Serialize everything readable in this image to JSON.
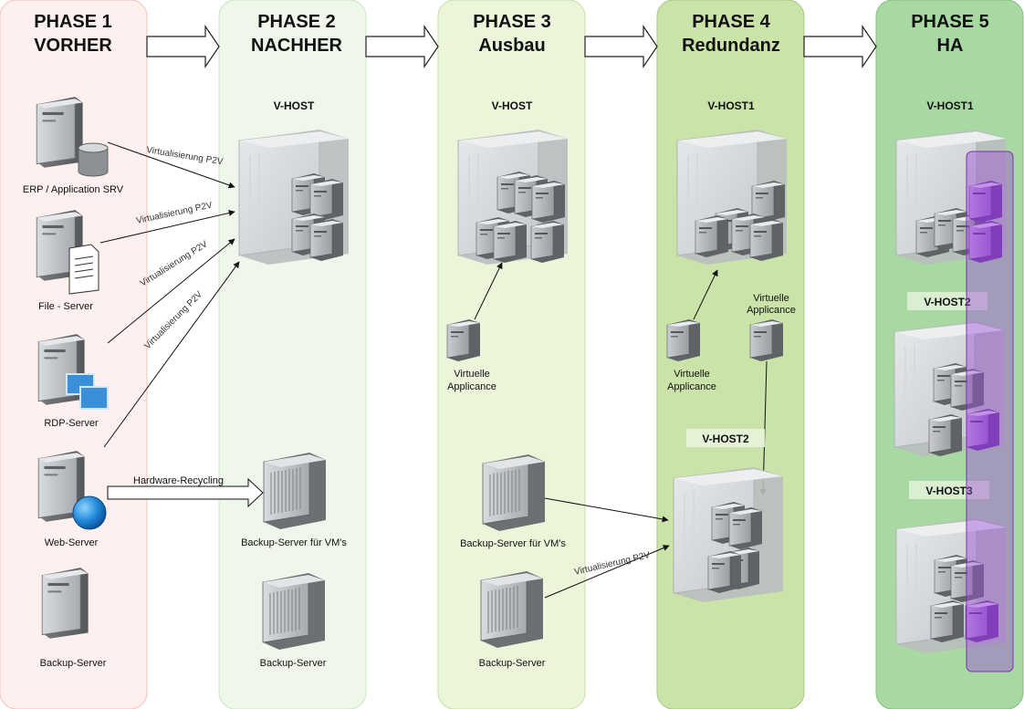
{
  "phases": [
    {
      "line1": "PHASE 1",
      "line2": "VORHER"
    },
    {
      "line1": "PHASE 2",
      "line2": "NACHHER"
    },
    {
      "line1": "PHASE 3",
      "line2": "Ausbau"
    },
    {
      "line1": "PHASE 4",
      "line2": "Redundanz"
    },
    {
      "line1": "PHASE 5",
      "line2": "HA"
    }
  ],
  "phase1": {
    "erp": "ERP / Application SRV",
    "file": "File - Server",
    "rdp": "RDP-Server",
    "web": "Web-Server",
    "backup": "Backup-Server"
  },
  "edges": {
    "p2v": "Virtualisierung P2V",
    "recycling": "Hardware-Recycling"
  },
  "phase2": {
    "host": "V-HOST",
    "backup_vm": "Backup-Server für VM's",
    "backup": "Backup-Server"
  },
  "phase3": {
    "host": "V-HOST",
    "appliance_l1": "Virtuelle",
    "appliance_l2": "Applicance",
    "backup_vm": "Backup-Server für VM's",
    "backup": "Backup-Server"
  },
  "phase4": {
    "host1": "V-HOST1",
    "host2": "V-HOST2",
    "appliance_l1": "Virtuelle",
    "appliance_l2": "Applicance"
  },
  "phase5": {
    "host1": "V-HOST1",
    "host2": "V-HOST2",
    "host3": "V-HOST3"
  },
  "colors": {
    "phase1": "#fdf0ee",
    "phase2": "#eef7ea",
    "phase3": "#eaf5da",
    "phase4": "#c9e3a8",
    "phase5": "#a9d9a3",
    "ha_overlay": "#9c4fd6",
    "vm_purple": "#a15fd4",
    "server_gray": "#8f9396",
    "monitor_blue": "#3b8fd8"
  }
}
